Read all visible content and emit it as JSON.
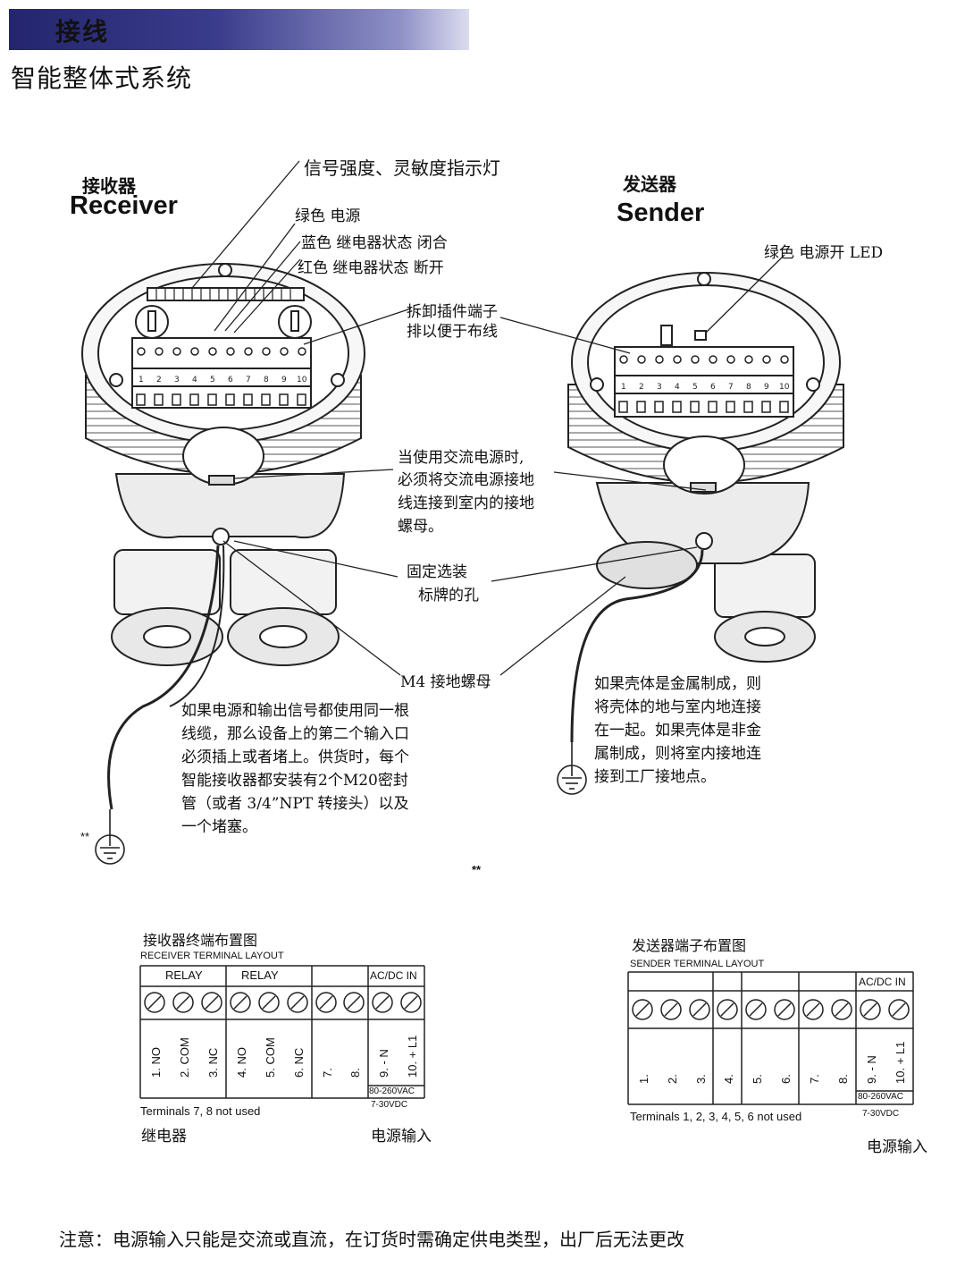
{
  "header": {
    "title": "接线"
  },
  "subtitle": "智能整体式系统",
  "receiver": {
    "cn": "接收器",
    "en": "Receiver"
  },
  "sender": {
    "cn": "发送器",
    "en": "Sender",
    "led_label": "绿色 电源开 LED"
  },
  "annotations": {
    "indicator": "信号强度、灵敏度指示灯",
    "green": "绿色  电源",
    "blue": "蓝色  继电器状态  闭合",
    "red": "红色  继电器状态  断开",
    "detach_1": "拆卸插件端子",
    "detach_2": "排以便于布线",
    "ac_1": "当使用交流电源时,",
    "ac_2": "必须将交流电源接地",
    "ac_3": "线连接到室内的接地",
    "ac_4": "螺母。",
    "hole_1": "固定选装",
    "hole_2": "标牌的孔",
    "m4": "M4 接地螺母",
    "cable_note": "如果电源和输出信号都使用同一根线缆，那么设备上的第二个输入口必须插上或者堵上。供货时，每个智能接收器都安装有2个M20密封管（或者 3/4”NPT 转接头）以及一个堵塞。",
    "metal_note": "如果壳体是金属制成，则将壳体的地与室内地连接在一起。如果壳体是非金属制成，则将室内接地连接到工厂接地点。",
    "star_left": "**",
    "star_bottom": "**"
  },
  "receiver_table": {
    "title_cn": "接收器终端布置图",
    "title_en": "RECEIVER TERMINAL LAYOUT",
    "relay_1": "RELAY",
    "relay_2": "RELAY",
    "acdc": "AC/DC IN",
    "t1": "1.  NO",
    "t2": "2.  COM",
    "t3": "3.  NC",
    "t4": "4.  NO",
    "t5": "5.  COM",
    "t6": "6.  NC",
    "t7": "7.",
    "t8": "8.",
    "t9": "9. - N",
    "t10": "10. + L1",
    "volt_ac": "80-260VAC",
    "volt_dc": "7-30VDC",
    "note": "Terminals 7, 8 not used",
    "label_relay": "继电器",
    "label_power": "电源输入"
  },
  "sender_table": {
    "title_cn": "发送器端子布置图",
    "title_en": "SENDER TERMINAL LAYOUT",
    "acdc": "AC/DC IN",
    "t1": "1.",
    "t2": "2.",
    "t3": "3.",
    "t4": "4.",
    "t5": "5.",
    "t6": "6.",
    "t7": "7.",
    "t8": "8.",
    "t9": "9. - N",
    "t10": "10. + L1",
    "volt_ac": "80-260VAC",
    "volt_dc": "7-30VDC",
    "note": "Terminals 1, 2, 3, 4, 5, 6 not used",
    "label_power": "电源输入"
  },
  "terminal_numbers": [
    "1",
    "2",
    "3",
    "4",
    "5",
    "6",
    "7",
    "8",
    "9",
    "10"
  ],
  "footer": "注意：电源输入只能是交流或直流，在订货时需确定供电类型，出厂后无法更改"
}
